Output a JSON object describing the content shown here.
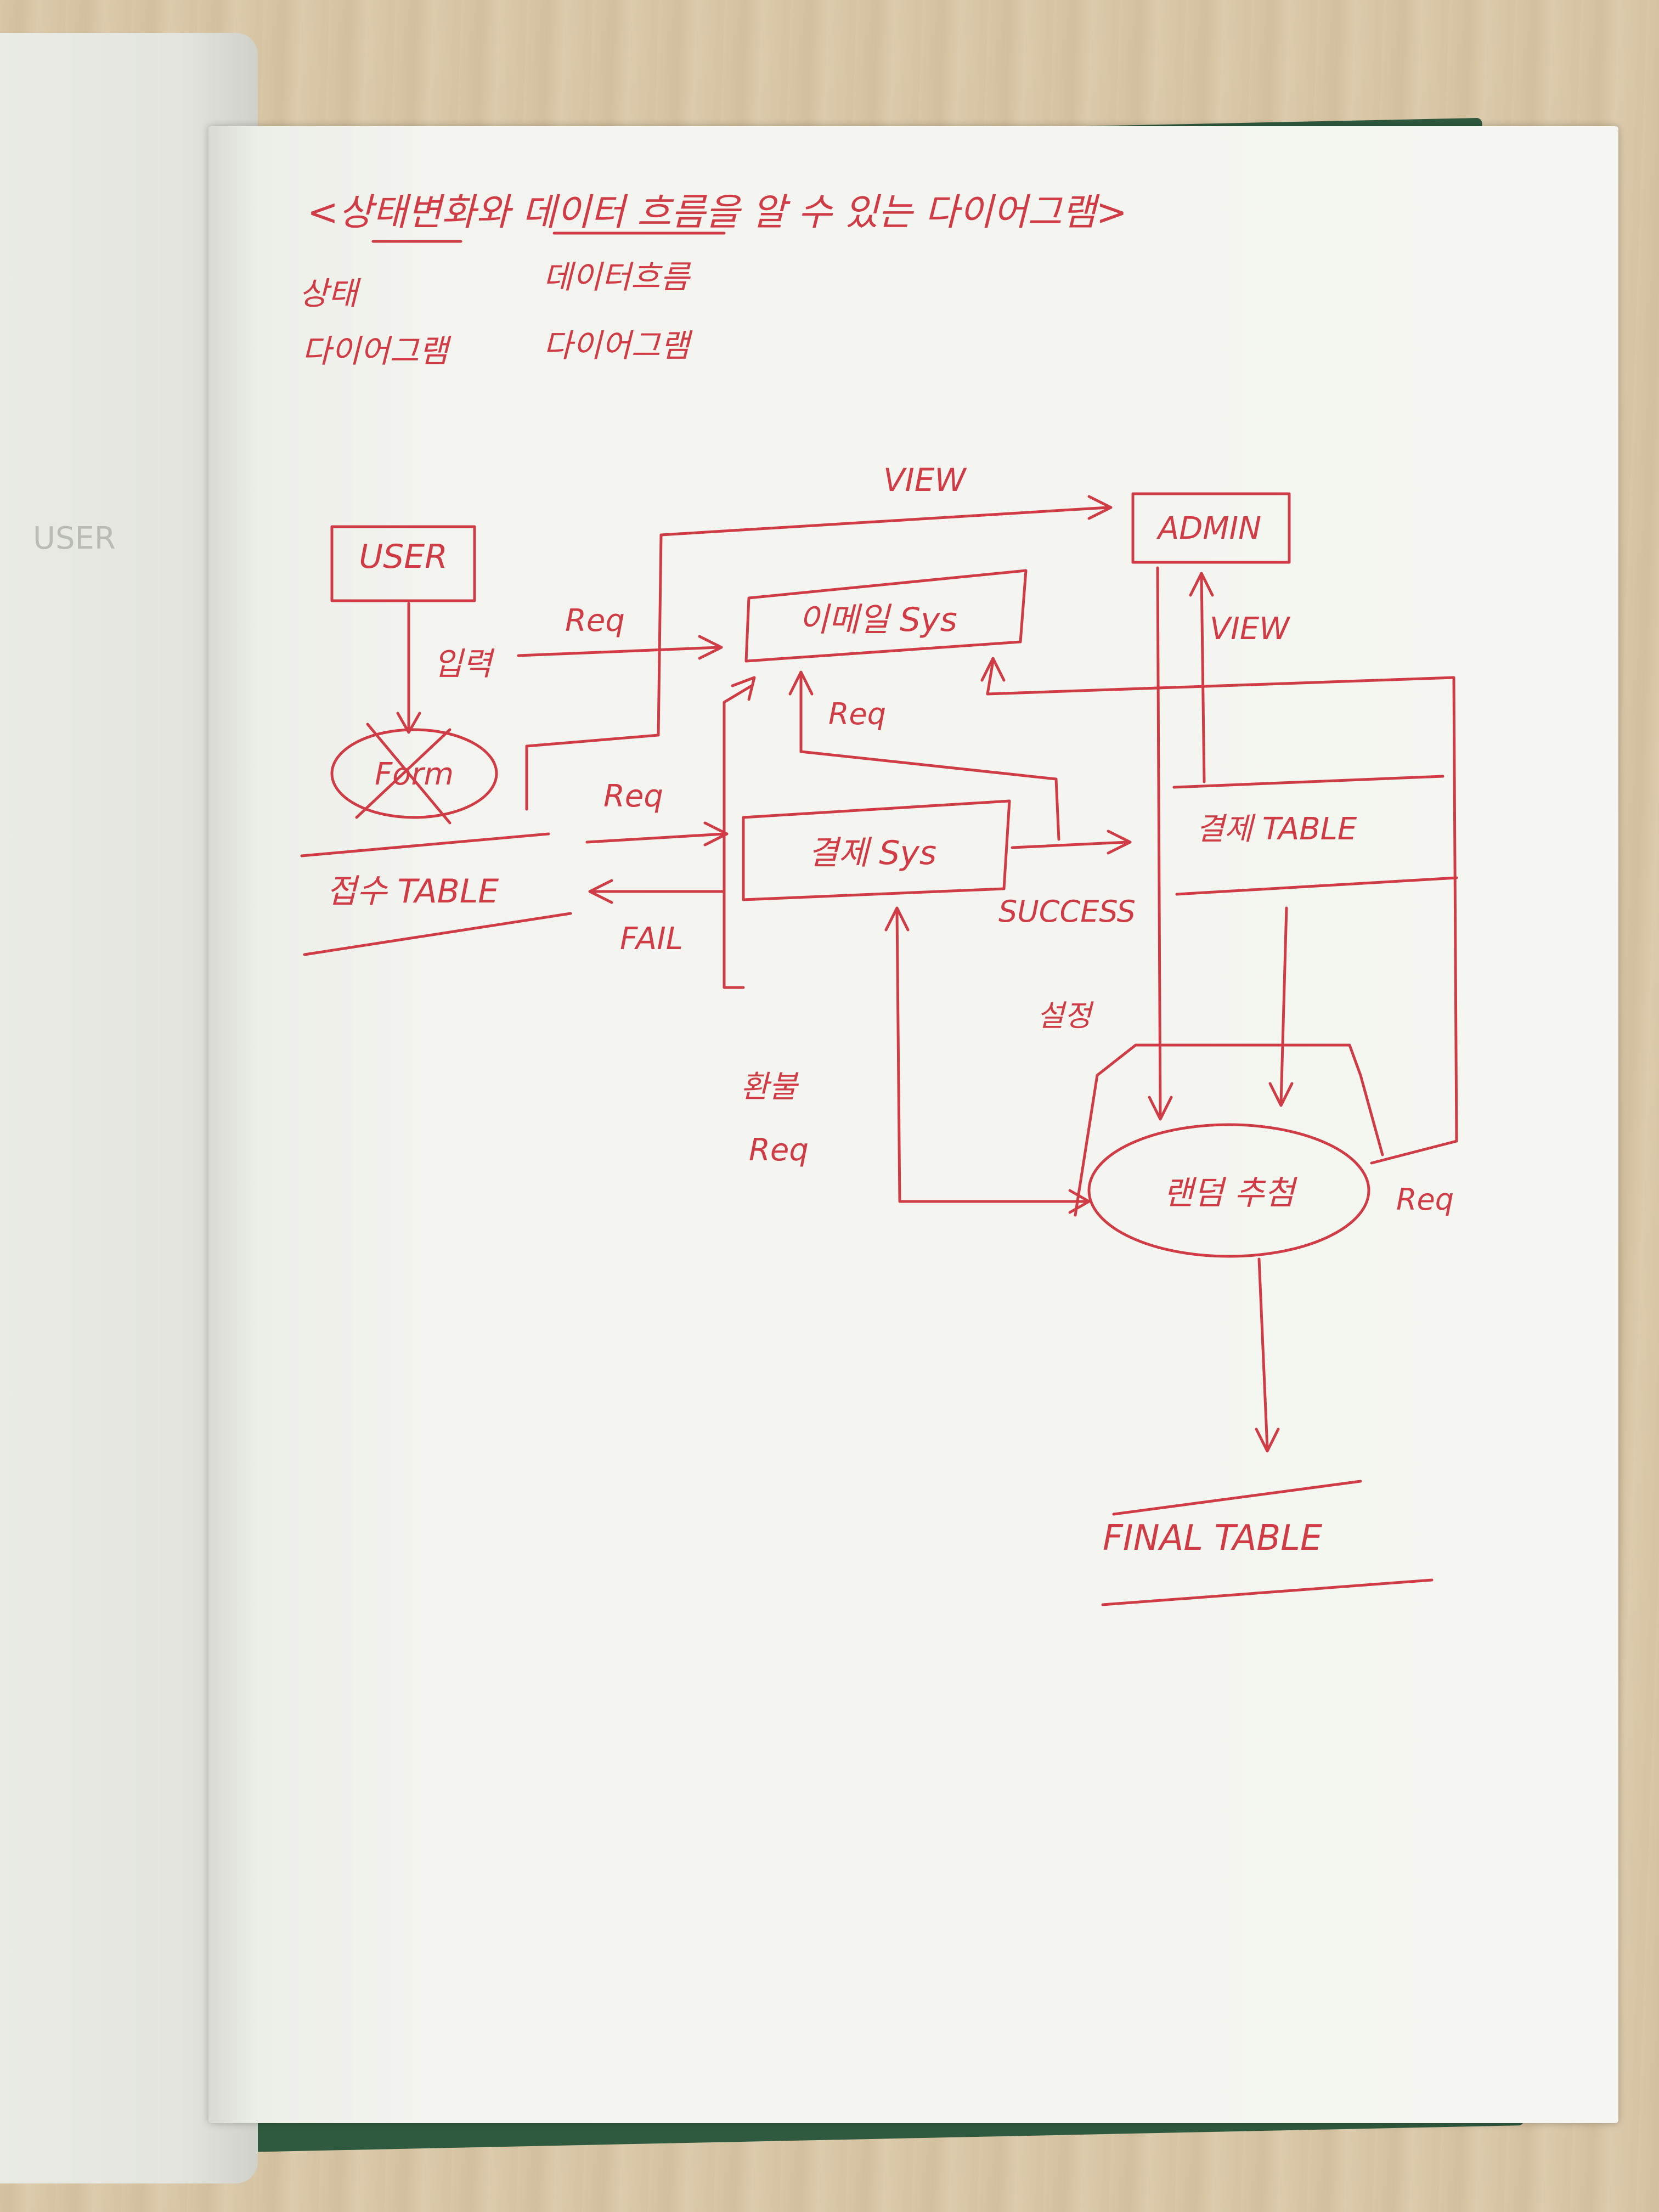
{
  "title": "<상태변화와 데이터 흐름을 알 수 있는 다이어그램>",
  "subtitles": {
    "col1_line1": "상태",
    "col1_line2": "다이어그램",
    "col2_line1": "데이터흐름",
    "col2_line2": "다이어그램"
  },
  "nodes": {
    "user": "USER",
    "admin": "ADMIN",
    "email_sys": "이메일 Sys",
    "form": "Form",
    "payment_sys": "결제 Sys",
    "reception_table": "접수 TABLE",
    "payment_table": "결제 TABLE",
    "random_lottery": "랜덤 추첨",
    "final_table": "FINAL TABLE"
  },
  "edge_labels": {
    "view_top": "VIEW",
    "view_admin": "VIEW",
    "input": "입력",
    "req_email": "Req",
    "req_payment_email": "Req",
    "req_form": "Req",
    "success": "SUCCESS",
    "fail": "FAIL",
    "setting": "설정",
    "refund": "환불",
    "refund_req": "Req",
    "req_random": "Req"
  },
  "colors": {
    "ink": "#cf3c45",
    "paper": "#f5f6f1",
    "desk": "#d8c6a6",
    "cover": "#2f5a3f"
  }
}
